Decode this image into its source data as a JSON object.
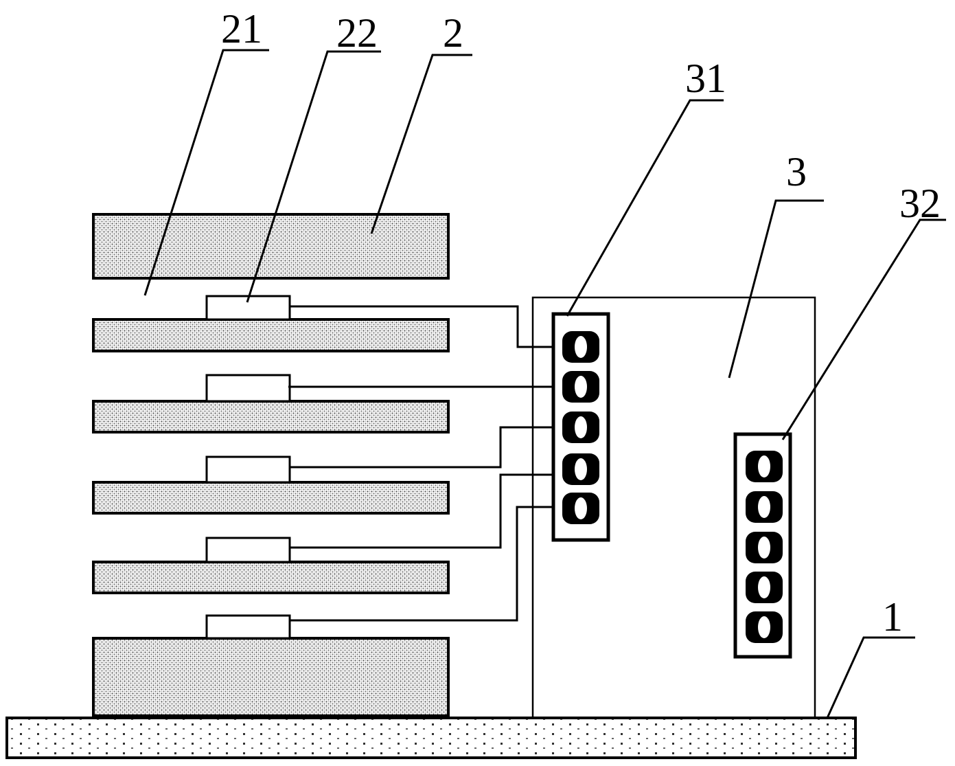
{
  "diagram": {
    "type": "patent-schematic",
    "colors": {
      "line": "#000000",
      "background": "#ffffff",
      "hatch_fill": "#b0b0b0"
    },
    "labels": {
      "l21": "21",
      "l22": "22",
      "l2": "2",
      "l31": "31",
      "l3": "3",
      "l32": "32",
      "l1": "1"
    },
    "components": {
      "base": {
        "ref": "1",
        "pattern": "sparse-dots"
      },
      "stack": {
        "ref": "2",
        "pattern": "dense-dots",
        "plate_count": 6,
        "chip_count": 5,
        "chip_ref": "22",
        "gap_ref": "21"
      },
      "housing": {
        "ref": "3"
      },
      "connector_left": {
        "ref": "31",
        "pin_count": 5,
        "wired_pins": 5
      },
      "connector_right": {
        "ref": "32",
        "pin_count": 5,
        "wired_pins": 0
      }
    }
  }
}
